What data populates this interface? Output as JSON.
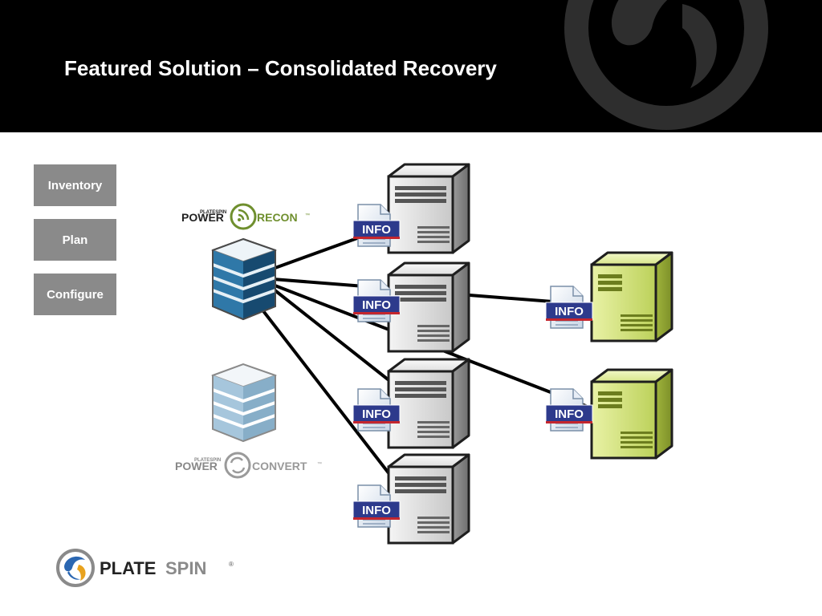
{
  "slide": {
    "title": "Featured Solution – Consolidated Recovery"
  },
  "steps": [
    {
      "label": "Inventory"
    },
    {
      "label": "Plan"
    },
    {
      "label": "Configure"
    }
  ],
  "products": {
    "recon": {
      "small": "PLATESPIN",
      "word1": "POWER",
      "word2": "RECON",
      "tm": "™"
    },
    "convert": {
      "small": "PLATESPIN",
      "word1": "POWER",
      "word2": "CONVERT",
      "tm": "™"
    }
  },
  "info_badge": {
    "label": "INFO"
  },
  "brand": {
    "plate": "PLATE",
    "spin": "SPIN",
    "reg": "®"
  },
  "colors": {
    "header_bg": "#000000",
    "step_bg": "#8a8a8a",
    "recon_green": "#6f8f2e",
    "info_blue": "#2d3a8c",
    "info_red": "#c4262e",
    "target_server": "#c5d86a",
    "source_server": "#a8a8a8",
    "db_active": "#2f78a8",
    "db_idle": "#a9c9dd"
  }
}
